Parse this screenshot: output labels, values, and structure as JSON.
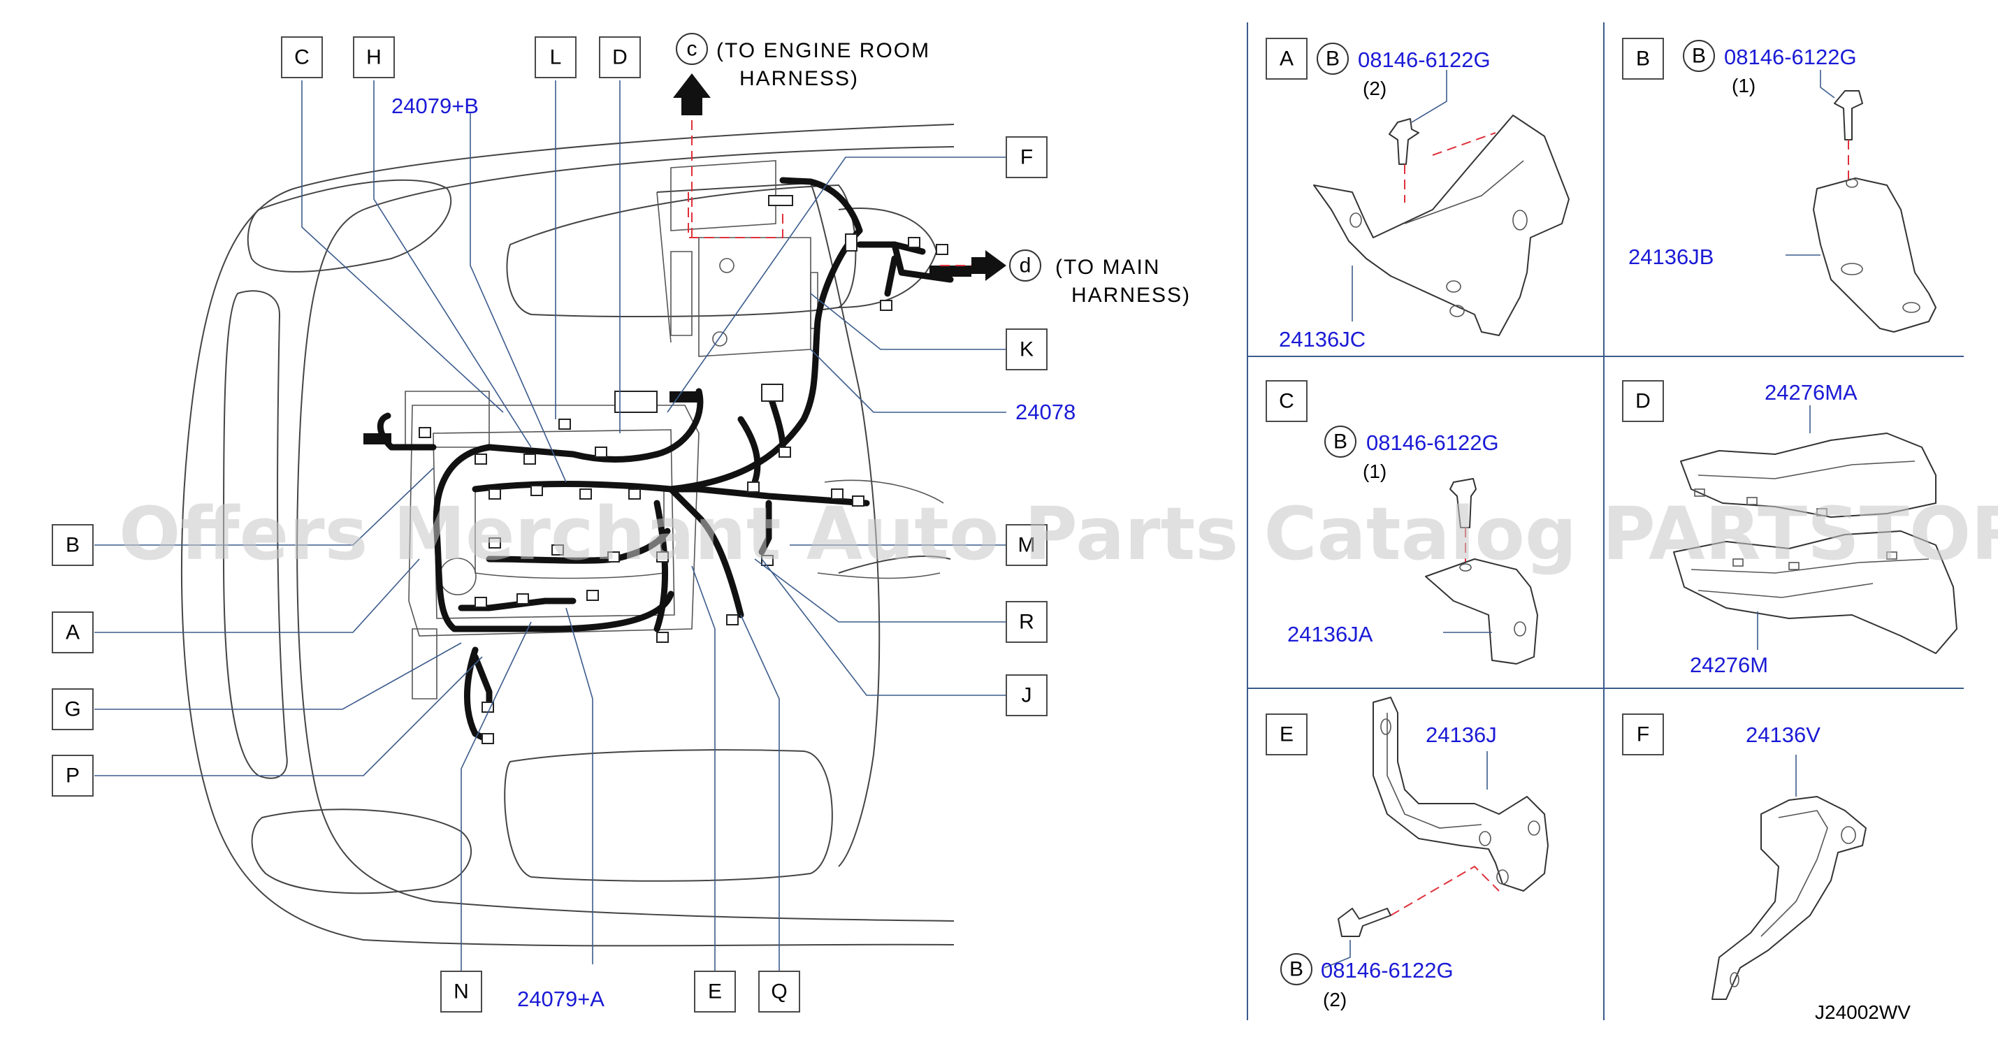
{
  "watermark": "Offers Merchant Auto Parts Catalog PARTSTORE.SA",
  "diagram_code": "J24002WV",
  "main_view": {
    "callouts": {
      "C": "C",
      "H": "H",
      "L": "L",
      "D": "D",
      "F": "F",
      "K": "K",
      "B": "B",
      "A": "A",
      "G": "G",
      "P": "P",
      "M": "M",
      "R": "R",
      "J": "J",
      "N": "N",
      "E": "E",
      "Q": "Q"
    },
    "part_labels": {
      "p24079B": "24079+B",
      "p24078": "24078",
      "p24079A": "24079+A"
    },
    "connector_c": {
      "letter": "c",
      "line1": "(TO  ENGINE  ROOM",
      "line2": "HARNESS)"
    },
    "connector_d": {
      "letter": "d",
      "line1": "(TO  MAIN",
      "line2": "HARNESS)"
    }
  },
  "detail_panels": [
    {
      "id": "A",
      "bolt_letter": "B",
      "bolt_part": "08146-6122G",
      "bolt_qty": "(2)",
      "part": "24136JC"
    },
    {
      "id": "B",
      "bolt_letter": "B",
      "bolt_part": "08146-6122G",
      "bolt_qty": "(1)",
      "part": "24136JB"
    },
    {
      "id": "C",
      "bolt_letter": "B",
      "bolt_part": "08146-6122G",
      "bolt_qty": "(1)",
      "part": "24136JA"
    },
    {
      "id": "D",
      "part_top": "24276MA",
      "part_bottom": "24276M"
    },
    {
      "id": "E",
      "part": "24136J",
      "bolt_letter": "B",
      "bolt_part": "08146-6122G",
      "bolt_qty": "(2)"
    },
    {
      "id": "F",
      "part": "24136V"
    }
  ]
}
